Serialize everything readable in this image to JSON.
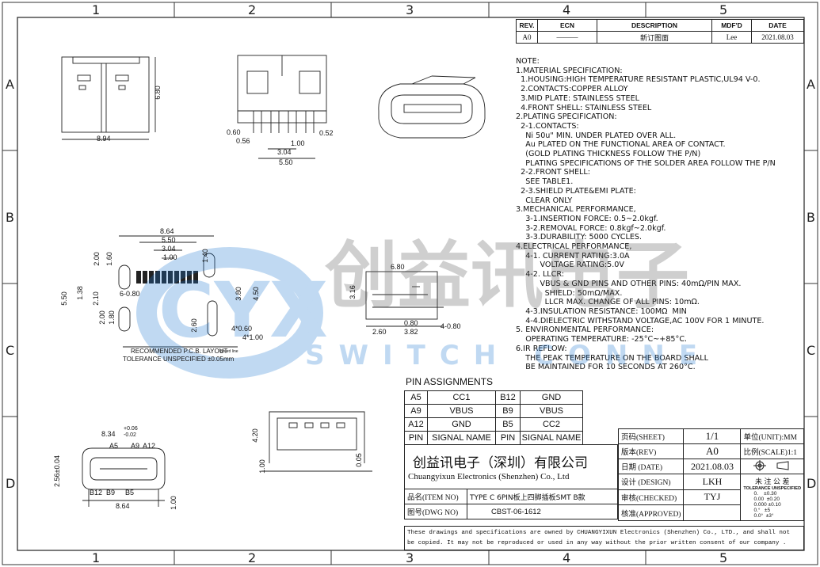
{
  "frame": {
    "col_labels": [
      "1",
      "2",
      "3",
      "4",
      "5"
    ],
    "row_labels": [
      "A",
      "B",
      "C",
      "D"
    ]
  },
  "revision": {
    "headers": [
      "REV.",
      "ECN",
      "DESCRIPTION",
      "MDF'D",
      "DATE"
    ],
    "row": [
      "A0",
      "———",
      "新订图面",
      "Lee",
      "2021.08.03"
    ]
  },
  "notes": [
    "NOTE:",
    "1.MATERIAL SPECIFICATION:",
    "  1.HOUSING:HIGH TEMPERATURE RESISTANT PLASTIC,UL94 V-0.",
    "  2.CONTACTS:COPPER ALLOY",
    "  3.MID PLATE: STAINLESS STEEL",
    "  4.FRONT SHELL: STAINLESS STEEL",
    "2.PLATING SPECIFICATION:",
    "  2-1.CONTACTS:",
    "    Ni 50u\" MIN. UNDER PLATED OVER ALL.",
    "    Au PLATED ON THE FUNCTIONAL AREA OF CONTACT.",
    "    (GOLD PLATING THICKNESS FOLLOW THE P/N)",
    "    PLATING SPECIFICATIONS OF THE SOLDER AREA FOLLOW THE P/N",
    "  2-2.FRONT SHELL:",
    "    SEE TABLE1.",
    "  2-3.SHIELD PLATE&EMI PLATE:",
    "    CLEAR ONLY",
    "3.MECHANICAL PERFORMANCE,",
    "    3-1.INSERTION FORCE: 0.5~2.0kgf.",
    "    3-2.REMOVAL FORCE: 0.8kgf~2.0kgf.",
    "    3-3.DURABILITY: 5000 CYCLES.",
    "4.ELECTRICAL PERFORMANCE,",
    "    4-1. CURRENT RATING:3.0A",
    "          VOLTAGE RATING:5.0V",
    "    4-2. LLCR:",
    "          VBUS & GND PINS AND OTHER PINS: 40mΩ/PIN MAX.",
    "            SHIELD: 50mΩ/MAX.",
    "            LLCR MAX. CHANGE OF ALL PINS: 10mΩ.",
    "    4-3.INSULATION RESISTANCE: 100MΩ  MIN",
    "    4-4.DIELECTRIC WITHSTAND VOLTAGE,AC 100V FOR 1 MINUTE.",
    "5. ENVIRONMENTAL PERFORMANCE:",
    "    OPERATING TEMPERATURE: -25°C~+85°C.",
    "6.IR REFLOW:",
    "    THE PEAK TEMPERATURE ON THE BOARD SHALL",
    "    BE MAINTAINED FOR 10 SECONDS AT 260°C."
  ],
  "pin_assignments": {
    "title": "PIN ASSIGNMENTS",
    "rows": [
      [
        "A5",
        "CC1",
        "B12",
        "GND"
      ],
      [
        "A9",
        "VBUS",
        "B9",
        "VBUS"
      ],
      [
        "A12",
        "GND",
        "B5",
        "CC2"
      ],
      [
        "PIN",
        "SIGNAL NAME",
        "PIN",
        "SIGNAL NAME"
      ]
    ]
  },
  "title_block": {
    "company_cn": "创益讯电子（深圳）有限公司",
    "company_en": "Chuangyixun Electronics (Shenzhen) Co., Ltd",
    "item_label": "品名(ITEM NO)",
    "item_value": "TYPE C 6PIN板上四脚插板SMT B款",
    "dwg_label": "图号(DWG NO)",
    "dwg_value": "CBST-06-1612",
    "sheet_label": "页码(SHEET)",
    "sheet_value": "1/1",
    "rev_label": "版本(REV)",
    "rev_value": "A0",
    "date_label": "日期 (DATE)",
    "date_value": "2021.08.03",
    "design_label": "设计 (DESIGN)",
    "design_value": "LKH",
    "checked_label": "审核(CHECKED)",
    "checked_value": "TYJ",
    "approved_label": "核准(APPROVED)",
    "approved_value": "",
    "unit_label": "单位(UNIT):MM",
    "scale_label": "比例(SCALE)1:1",
    "tol_cn": "未 注 公 差",
    "tol_en": "TOLERANCE UNSPECIFIED",
    "tol_rows": [
      "0.    ±0.30",
      "0.00  ±0.20",
      "0.000 ±0.10",
      "0.°   ±5",
      "0.0°  ±3°"
    ],
    "disclaimer_1": "These drawings and specifications are owned by CHUANGYIXUN Electronics (Shenzhen) Co., LTD., and shall not",
    "disclaimer_2": "be copied. It may not be reproduced or used in any way without the prior written consent of our company ."
  },
  "dims": {
    "front_w": "8.94",
    "front_h": "6.80",
    "side_060": "0.60",
    "side_056": "0.56",
    "side_100": "1.00",
    "side_304": "3.04",
    "side_550": "5.50",
    "side_052": "0.52",
    "pcb_864": "8.64",
    "pcb_550": "5.50",
    "pcb_304": "3.04",
    "pcb_100": "1.00",
    "pcb_200": "2.00",
    "pcb_160": "1.60",
    "pcb_138": "1.38",
    "pcb_210": "2.10",
    "pcb_550v": "5.50",
    "pcb_680": "6-0.80",
    "pcb_200b": "2.00",
    "pcb_180": "1.80",
    "pcb_140": "1.40",
    "pcb_380": "3.80",
    "pcb_450": "4.50",
    "pcb_260": "2.60",
    "pcb_4060": "4*0.60",
    "pcb_4100": "4*1.00",
    "pcb_note1": "RECOMMENDED  P.C.B. LAYOUT",
    "pcb_note2": "TOLERANCE UNSPECIFIED ±0.05mm",
    "pcb_note3": "Board line",
    "sv_680": "6.80",
    "sv_316": "3.16",
    "sv_080": "0.80",
    "sv_260": "2.60",
    "sv_382": "3.82",
    "sv_4080": "4-0.80",
    "end_834": "8.34",
    "end_tol_plus": "+0.06",
    "end_tol_minus": "-0.02",
    "end_256": "2.56±0.04",
    "end_864": "8.64",
    "end_100": "1.00",
    "end_a5": "A5",
    "end_a9": "A9",
    "end_a12": "A12",
    "end_b12": "B12",
    "end_b9": "B9",
    "end_b5": "B5",
    "bot_420": "4.20",
    "bot_100": "1.00",
    "bot_005": "0.05"
  },
  "watermark": {
    "brand_en": "SWITCH CONNECTOR",
    "brand_cn": "创益讯电子",
    "logo": "CYX"
  }
}
